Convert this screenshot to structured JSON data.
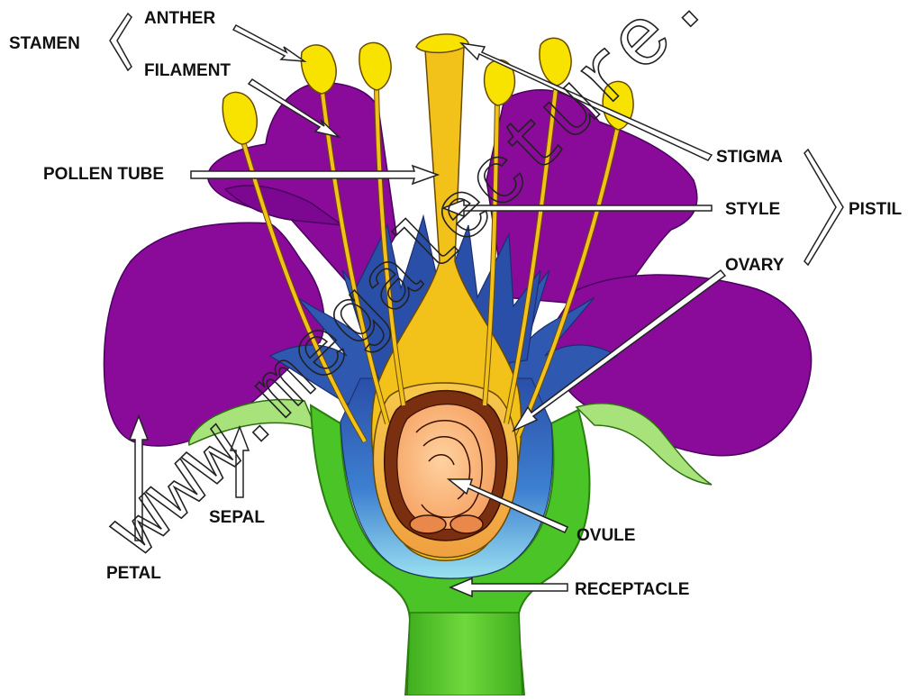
{
  "labels": {
    "anther": "ANTHER",
    "filament": "FILAMENT",
    "stamen": "STAMEN",
    "pollen_tube": "POLLEN TUBE",
    "stigma": "STIGMA",
    "style": "STYLE",
    "pistil": "PISTIL",
    "ovary": "OVARY",
    "ovule": "OVULE",
    "receptacle": "RECEPTACLE",
    "sepal": "SEPAL",
    "petal": "PETAL"
  },
  "watermark": "www.megalecture.",
  "colors": {
    "petal": "#8a0a9a",
    "petal_dark": "#6d0580",
    "stamen": "#f7e200",
    "style": "#f3c21a",
    "ovary": "#f0a030",
    "ovary_wall": "#7a3010",
    "sepal": "#9be06a",
    "receptacle": "#4bc427",
    "receptacle_inner": "#9ae8f0",
    "blue_bract": "#2a4fa8",
    "blue_light": "#4f8fd8"
  }
}
